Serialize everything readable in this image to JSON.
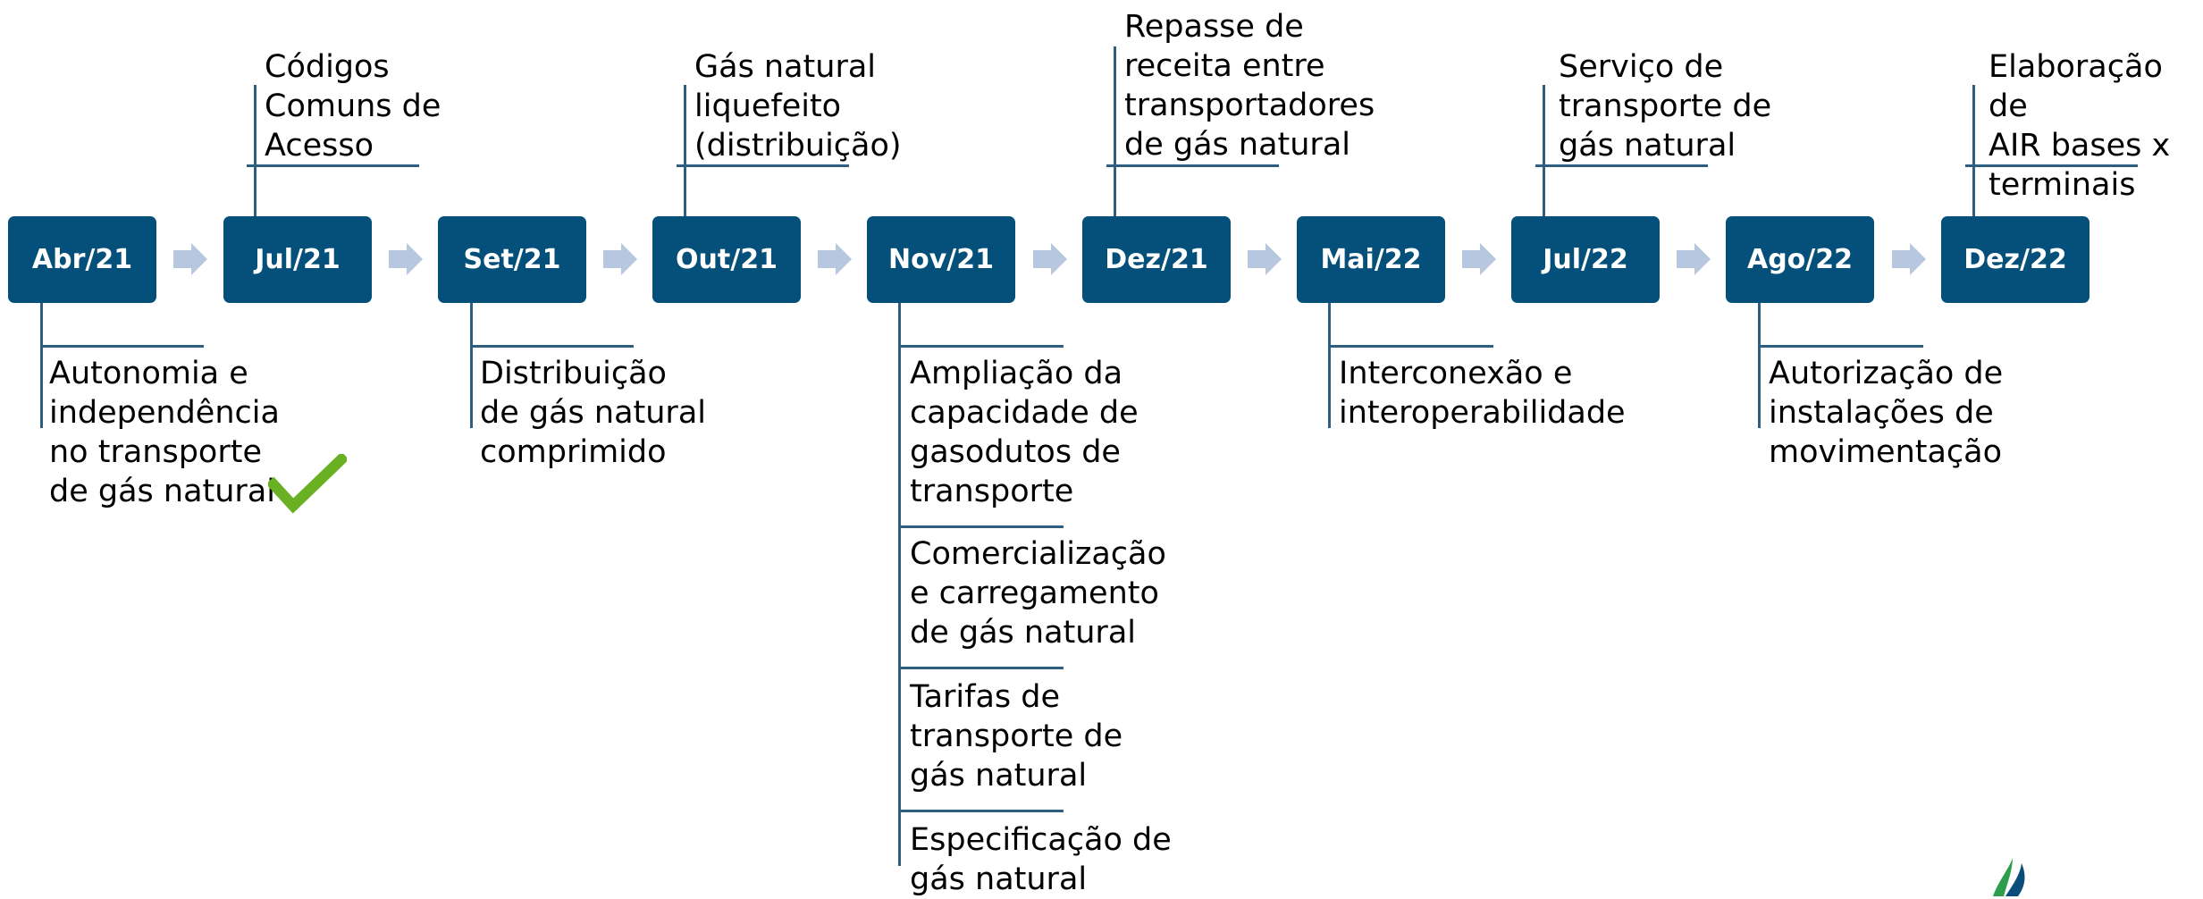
{
  "colors": {
    "node": "#05507a",
    "arrow": "#b8c7e0",
    "line": "#2f5f80",
    "check": "#6ab023",
    "logo_green": "#2e9d4d",
    "logo_blue": "#0a4c7a"
  },
  "timeline": [
    {
      "date": "Abr/21"
    },
    {
      "date": "Jul/21"
    },
    {
      "date": "Set/21"
    },
    {
      "date": "Out/21"
    },
    {
      "date": "Nov/21"
    },
    {
      "date": "Dez/21"
    },
    {
      "date": "Mai/22"
    },
    {
      "date": "Jul/22"
    },
    {
      "date": "Ago/22"
    },
    {
      "date": "Dez/22"
    }
  ],
  "above": {
    "jul21": "Códigos\nComuns de\nAcesso",
    "out21": "Gás natural\nliquefeito\n(distribuição)",
    "dez21": "Repasse de\nreceita entre\ntransportadores\nde gás natural",
    "jul22": "Serviço de\ntransporte de\ngás natural",
    "dez22": "Elaboração de\nAIR bases x\nterminais"
  },
  "below": {
    "abr21": "Autonomia e\nindependência\nno transporte\nde gás natural",
    "set21": "Distribuição\nde gás natural\ncomprimido",
    "nov21": [
      "Ampliação da\ncapacidade de\ngasodutos de\ntransporte",
      "Comercialização\ne carregamento\nde gás natural",
      "Tarifas de\ntransporte de\ngás natural",
      "Especificação de\ngás natural"
    ],
    "mai22": "Interconexão e\ninteroperabilidade",
    "ago22": "Autorização de\ninstalações de\nmovimentação"
  },
  "icons": {
    "done": "check-icon",
    "logo": "agency-logo-icon"
  }
}
